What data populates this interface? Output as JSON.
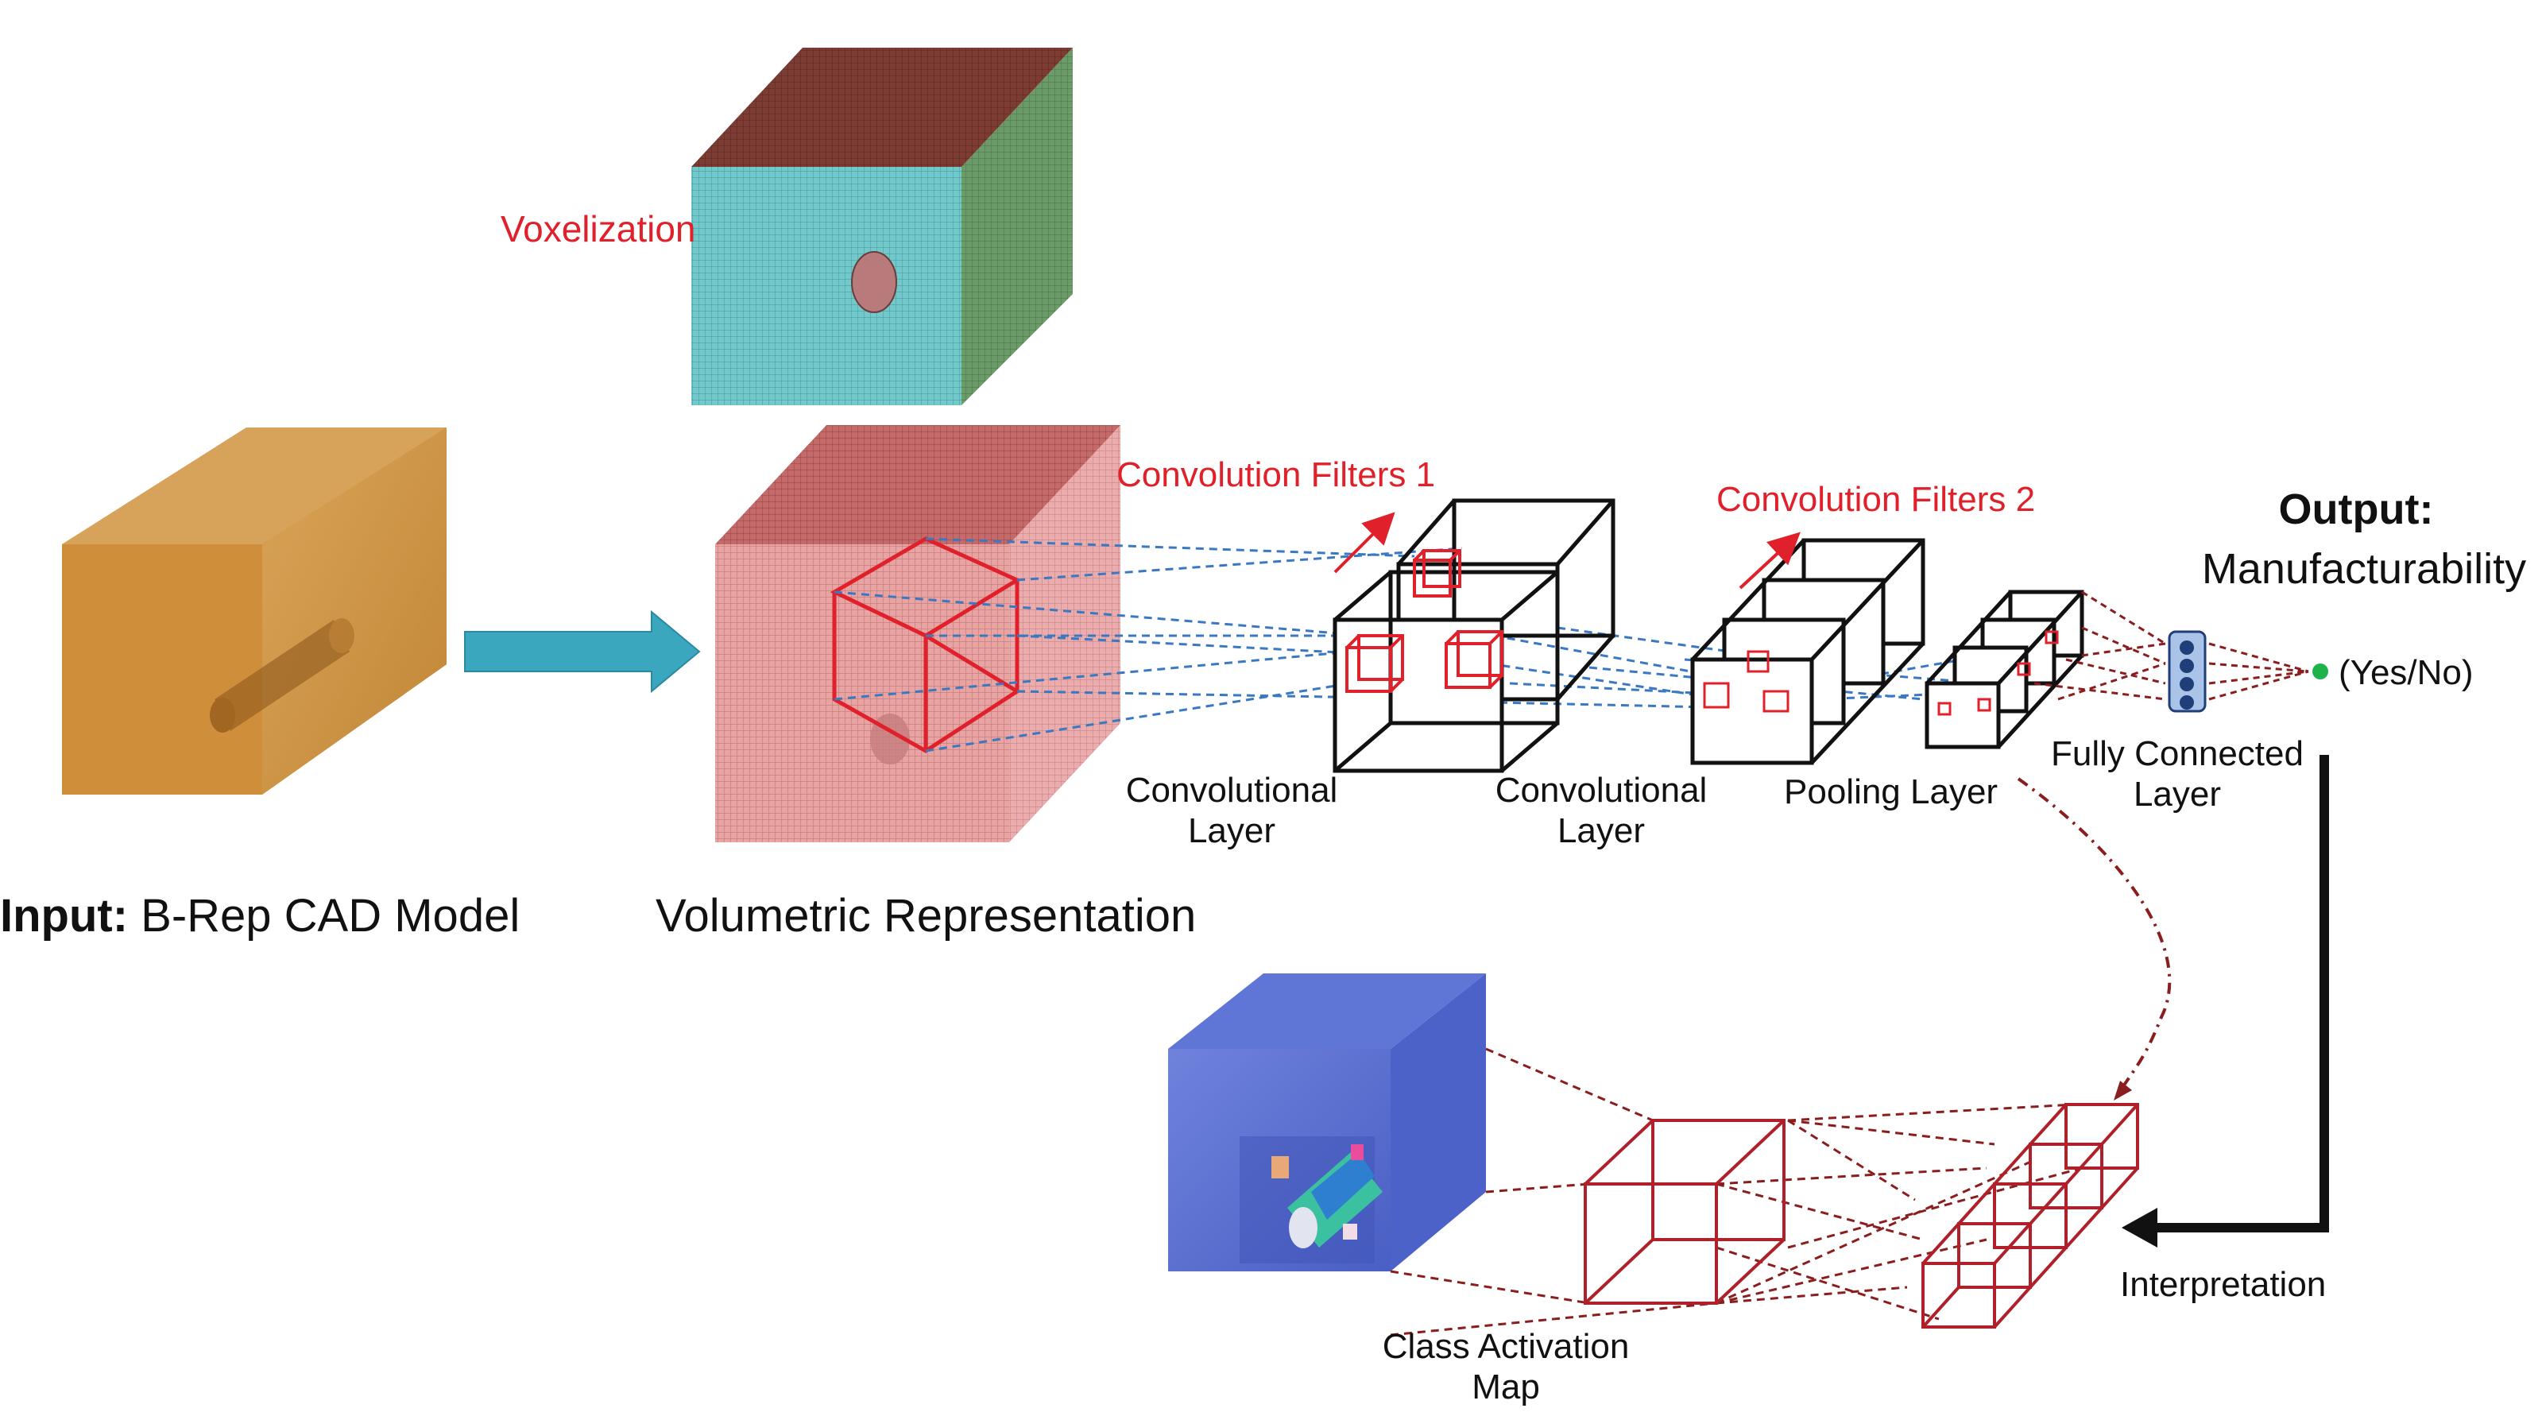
{
  "labels": {
    "voxelization": "Voxelization",
    "input_bold": "Input:",
    "input_rest": "B-Rep CAD Model",
    "volumetric": "Volumetric Representation",
    "conv_filters_1": "Convolution Filters 1",
    "conv_filters_2": "Convolution Filters 2",
    "conv_layer_1": "Convolutional\nLayer",
    "conv_layer_2": "Convolutional\nLayer",
    "pooling_layer": "Pooling Layer",
    "fully_connected": "Fully Connected\nLayer",
    "output_bold": "Output:",
    "output_rest": "Manufacturability",
    "yes_no": "(Yes/No)",
    "interpretation": "Interpretation",
    "class_activation": "Class Activation\nMap"
  },
  "colors": {
    "cad_orange": "#c98a35",
    "arrow_teal": "#3aa7bf",
    "voxel_pink": "#e29898",
    "voxel_teal": "#6dc3c5",
    "voxel_brown": "#7a3b32",
    "filter_red": "#e0202a",
    "blue_dash": "#3a78c2",
    "dark_red": "#8a1d1d",
    "cam_blue": "#5a6fd0",
    "output_green": "#1fb14a"
  }
}
